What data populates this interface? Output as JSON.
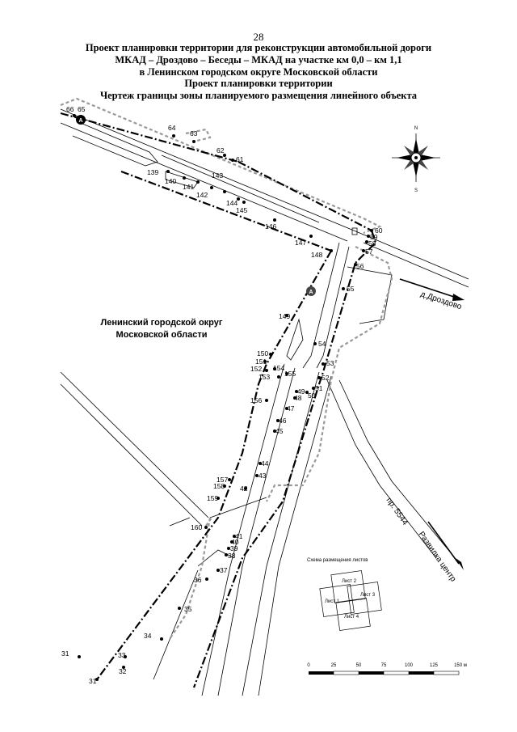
{
  "page_number": "28",
  "title_lines": [
    "Проект планировки территории для реконструкции автомобильной дороги",
    "МКАД – Дроздово – Беседы – МКАД на участке км 0,0 – км 1,1",
    "в Ленинском городском округе Московской области",
    "Проект планировки территории",
    "Чертеж границы зоны планируемого размещения линейного объекта"
  ],
  "region_label": [
    "Ленинский городской округ",
    "Московской области"
  ],
  "direction_labels": {
    "drozdovo": "д.Дроздово",
    "razvilka": "Развилка центр",
    "road": "пр. 5544"
  },
  "marker_letter": "А",
  "compass": {
    "north": "N",
    "south": "S"
  },
  "inset": {
    "title": "Схема размещения листов",
    "sheets": [
      "Лист 1",
      "Лист 2",
      "Лист 3",
      "Лист 4"
    ]
  },
  "scale_bar": {
    "ticks": [
      "0",
      "25",
      "50",
      "75",
      "100",
      "125",
      "150 м"
    ]
  },
  "points": [
    "66",
    "65",
    "64",
    "63",
    "62",
    "61",
    "139",
    "140",
    "141",
    "142",
    "143",
    "144",
    "145",
    "146",
    "147",
    "148",
    "60",
    "59",
    "58",
    "57",
    "56",
    "55",
    "149",
    "150",
    "151",
    "152",
    "153",
    "154",
    "155",
    "54",
    "53",
    "52",
    "51",
    "50",
    "49",
    "48",
    "47",
    "46",
    "45",
    "156",
    "44",
    "43",
    "42",
    "157",
    "158",
    "159",
    "160",
    "41",
    "40",
    "39",
    "38",
    "37",
    "36",
    "35",
    "34",
    "33",
    "32",
    "31",
    "31"
  ]
}
